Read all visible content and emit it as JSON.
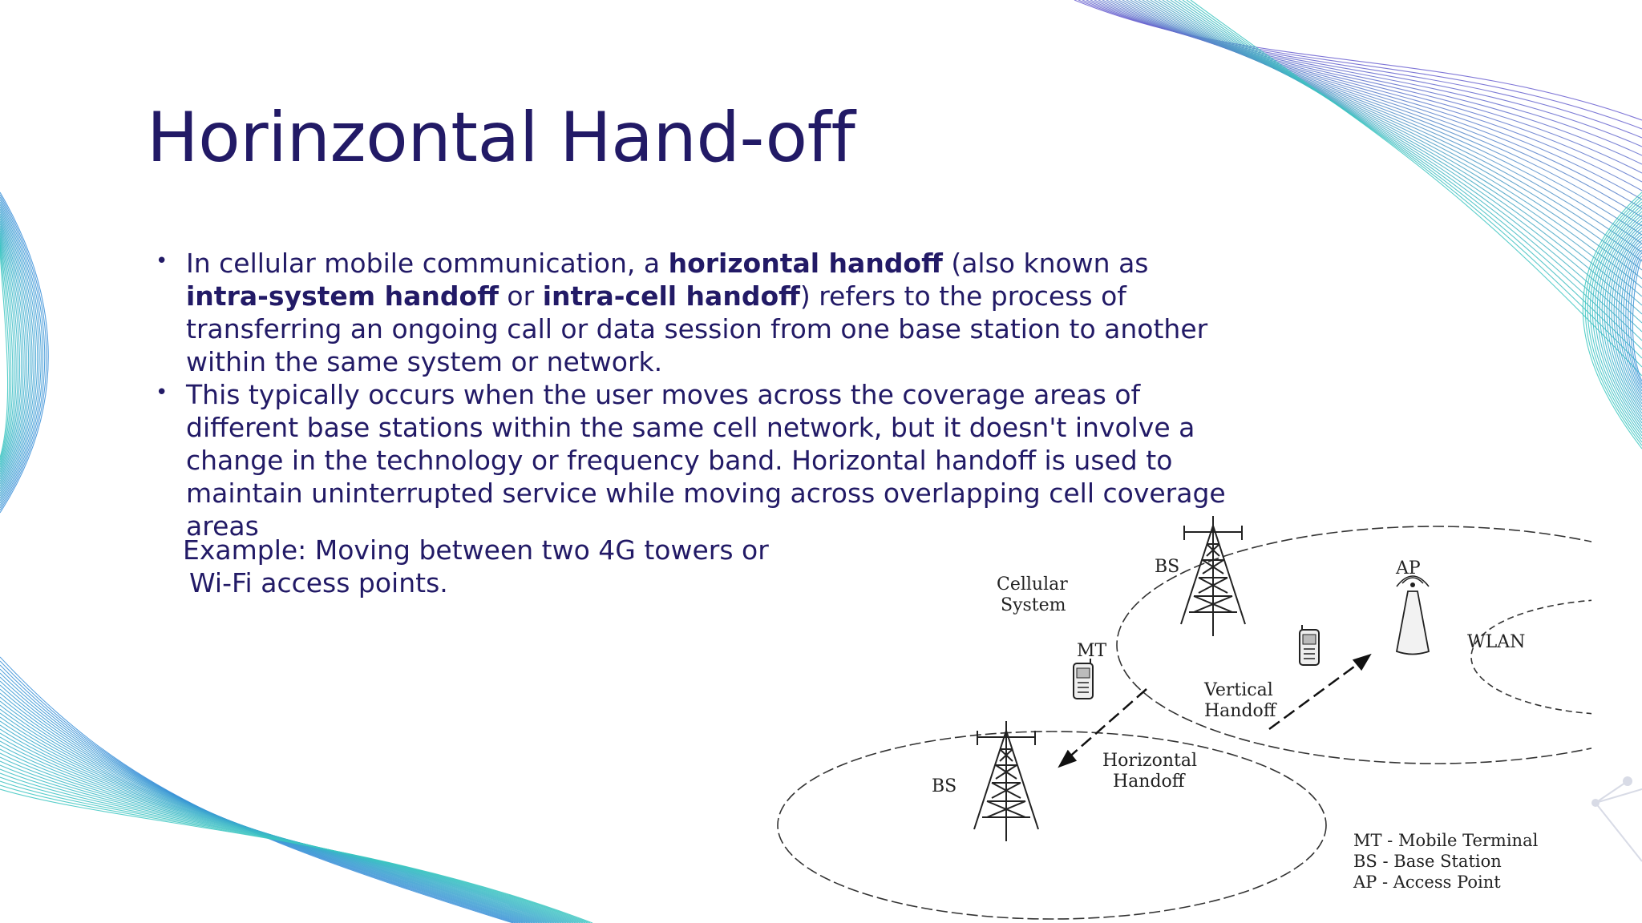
{
  "slide": {
    "title": "Horinzontal Hand-off",
    "bullets": [
      {
        "parts": [
          {
            "text": "In cellular mobile communication, a ",
            "bold": false
          },
          {
            "text": "horizontal handoff",
            "bold": true
          },
          {
            "text": " (also known as ",
            "bold": false
          },
          {
            "text": "intra-system handoff",
            "bold": true
          },
          {
            "text": " or ",
            "bold": false
          },
          {
            "text": "intra-cell handoff",
            "bold": true
          },
          {
            "text": ") refers to the process of transferring an ongoing call or data session from one base station to another within the same system or network.",
            "bold": false
          }
        ]
      },
      {
        "parts": [
          {
            "text": "This typically occurs when the user moves across the coverage areas of different base stations within the same cell network, but it doesn't involve a change in the technology or frequency band. Horizontal handoff is used to maintain uninterrupted service while moving across overlapping cell coverage areas",
            "bold": false
          }
        ]
      }
    ],
    "example_line1": "Example: Moving between two 4G towers or",
    "example_line2": "Wi-Fi access points."
  },
  "diagram": {
    "cellular_system_line1": "Cellular",
    "cellular_system_line2": "System",
    "bs_top": "BS",
    "bs_bottom": "BS",
    "ap": "AP",
    "wlan": "WLAN",
    "mt": "MT",
    "vertical_handoff_line1": "Vertical",
    "vertical_handoff_line2": "Handoff",
    "horizontal_handoff_line1": "Horizontal",
    "horizontal_handoff_line2": "Handoff",
    "legend": [
      "MT - Mobile Terminal",
      "BS - Base Station",
      "AP - Access Point"
    ]
  },
  "colors": {
    "title": "#221a66",
    "text": "#221a66",
    "deco_blue": "#3a8fd8",
    "deco_teal": "#3cc8c0",
    "deco_purple": "#6a5fd0"
  }
}
